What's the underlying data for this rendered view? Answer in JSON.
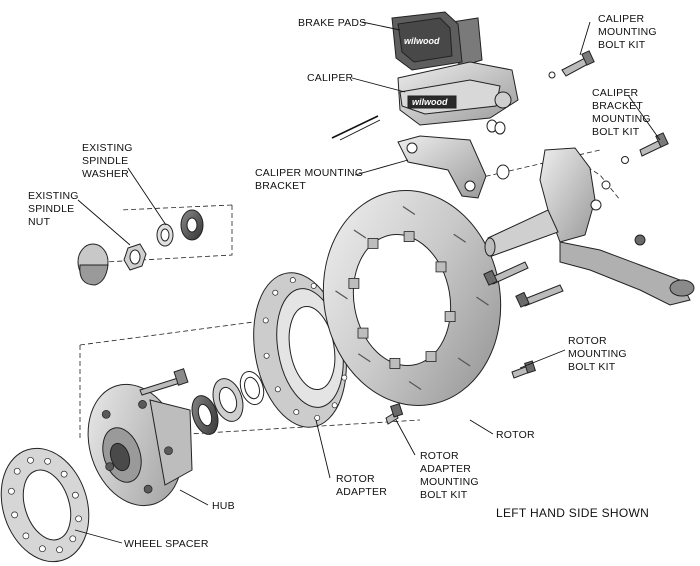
{
  "labels": {
    "brake_pads": "BRAKE PADS",
    "caliper": "CALIPER",
    "caliper_mounting_bolt_kit": [
      "CALIPER",
      "MOUNTING",
      "BOLT KIT"
    ],
    "caliper_bracket_mounting_bolt_kit": [
      "CALIPER",
      "BRACKET",
      "MOUNTING",
      "BOLT KIT"
    ],
    "caliper_mounting_bracket": [
      "CALIPER MOUNTING",
      "BRACKET"
    ],
    "existing_spindle_washer": [
      "EXISTING",
      "SPINDLE",
      "WASHER"
    ],
    "existing_spindle_nut": [
      "EXISTING",
      "SPINDLE",
      "NUT"
    ],
    "rotor": "ROTOR",
    "rotor_mounting_bolt_kit": [
      "ROTOR",
      "MOUNTING",
      "BOLT KIT"
    ],
    "rotor_adapter": [
      "ROTOR",
      "ADAPTER"
    ],
    "rotor_adapter_mounting_bolt_kit": [
      "ROTOR",
      "ADAPTER",
      "MOUNTING",
      "BOLT KIT"
    ],
    "hub": "HUB",
    "wheel_spacer": "WHEEL SPACER",
    "side_note": "LEFT HAND SIDE SHOWN"
  },
  "brand": {
    "pad_logo": "wilwood",
    "caliper_logo": "wilwood"
  },
  "colors": {
    "line": "#111111",
    "part_light": "#e6e6e6",
    "part_mid": "#b5b5b5",
    "part_dark": "#6a6a6a",
    "part_darkest": "#2a2a2a"
  }
}
